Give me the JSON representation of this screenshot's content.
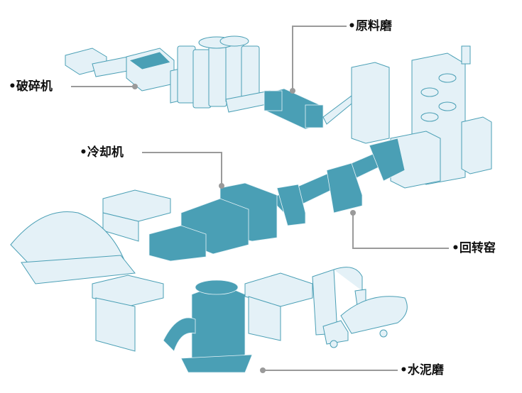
{
  "colors": {
    "equipment_dark": "#4a9fb5",
    "equipment_light": "#e4f1f7",
    "leader": "#9a9a9a"
  },
  "labels": {
    "raw_mill": "•原料磨",
    "crusher": "•破碎机",
    "cooler": "•冷却机",
    "rotary_kiln": "•回转窑",
    "cement_mill": "•水泥磨"
  }
}
